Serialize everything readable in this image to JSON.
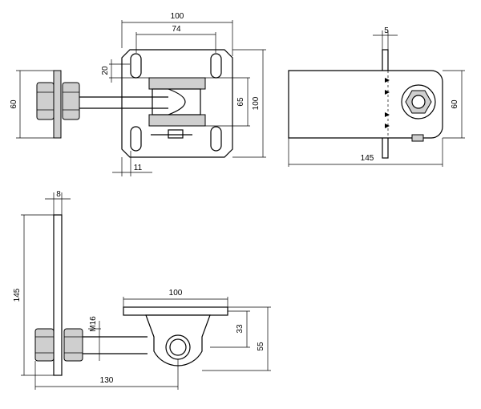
{
  "views": {
    "front": {
      "dims": {
        "plate_width": "100",
        "slot_spacing": "74",
        "offset_20": "20",
        "bolt_height": "60",
        "height_65": "65",
        "plate_height": "100",
        "offset_11": "11"
      }
    },
    "top": {
      "dims": {
        "thickness": "5",
        "height": "60",
        "length": "145"
      }
    },
    "side": {
      "dims": {
        "thickness": "8",
        "length": "145",
        "thread": "M16",
        "plate_width": "100",
        "height_33": "33",
        "height_55": "55",
        "reach": "130"
      }
    }
  }
}
